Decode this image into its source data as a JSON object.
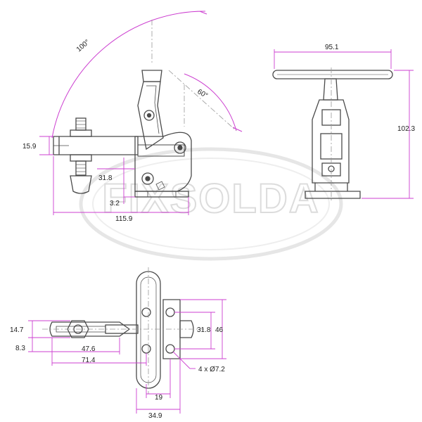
{
  "watermark": {
    "text": "FIXSOLDA"
  },
  "colors": {
    "dimension": "#cc3fd0",
    "outline": "#4a4a4a",
    "centerline": "#999999",
    "watermark": "#e8e8e8",
    "text": "#222222"
  },
  "side_view": {
    "angle_100": "100°",
    "angle_60": "60°",
    "dim_15_9": "15.9",
    "dim_31_8": "31.8",
    "dim_3_2": "3.2",
    "dim_115_9": "115.9"
  },
  "front_view": {
    "dim_95_1": "95.1",
    "dim_102_3": "102.3"
  },
  "top_view": {
    "dim_14_7": "14.7",
    "dim_8_3": "8.3",
    "dim_47_6": "47.6",
    "dim_71_4": "71.4",
    "dim_31_8": "31.8",
    "dim_46": "46",
    "hole_callout": "4 x Ø7.2",
    "dim_19": "19",
    "dim_34_9": "34.9"
  }
}
